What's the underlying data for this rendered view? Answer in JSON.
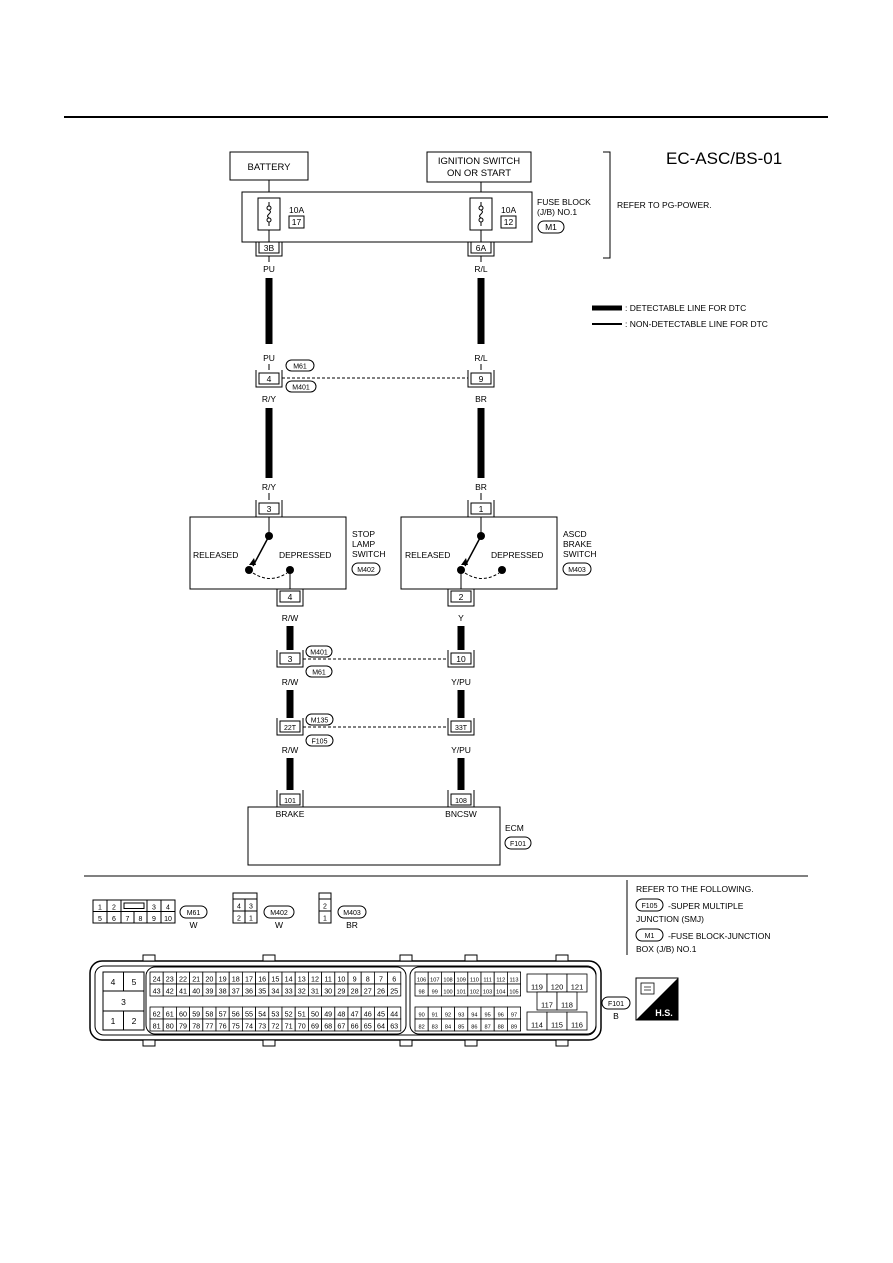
{
  "page_title": "EC-ASC/BS-01",
  "battery_label": "BATTERY",
  "ignition_label_1": "IGNITION SWITCH",
  "ignition_label_2": "ON OR START",
  "fuse_block": {
    "label_1": "FUSE BLOCK",
    "label_2": "(J/B) NO.1",
    "connector": "M1",
    "refer": "REFER TO PG-POWER.",
    "fuse_left_amp": "10A",
    "fuse_left_no": "17",
    "fuse_right_amp": "10A",
    "fuse_right_no": "12",
    "term_left": "3B",
    "term_right": "6A"
  },
  "legend": {
    "detectable": ": DETECTABLE LINE FOR DTC",
    "non_detectable": ": NON-DETECTABLE LINE FOR DTC"
  },
  "wires": {
    "left_top": "PU",
    "left_top2": "PU",
    "right_top": "R/L",
    "right_top2": "R/L",
    "left_mid": "R/Y",
    "left_mid2": "R/Y",
    "right_mid": "BR",
    "right_mid2": "BR",
    "left_low1": "R/W",
    "left_low2": "R/W",
    "left_low3": "R/W",
    "right_low1": "Y",
    "right_low2": "Y/PU",
    "right_low3": "Y/PU"
  },
  "joint1": {
    "left_pin": "4",
    "right_pin": "9",
    "conn_a": "M61",
    "conn_b": "M401"
  },
  "stop_lamp": {
    "name_1": "STOP",
    "name_2": "LAMP",
    "name_3": "SWITCH",
    "connector": "M402",
    "released": "RELEASED",
    "depressed": "DEPRESSED",
    "pin_top": "3",
    "pin_bottom": "4"
  },
  "ascd": {
    "name_1": "ASCD",
    "name_2": "BRAKE",
    "name_3": "SWITCH",
    "connector": "M403",
    "released": "RELEASED",
    "depressed": "DEPRESSED",
    "pin_top": "1",
    "pin_bottom": "2"
  },
  "joint2": {
    "left_pin": "3",
    "right_pin": "10",
    "conn_a": "M401",
    "conn_b": "M61"
  },
  "joint3": {
    "left_pin": "22T",
    "right_pin": "33T",
    "conn_a": "M135",
    "conn_b": "F105"
  },
  "ecm": {
    "name": "ECM",
    "connector": "F101",
    "pin_left": "101",
    "pin_right": "108",
    "label_left": "BRAKE",
    "label_right": "BNCSW"
  },
  "refer_box": {
    "header": "REFER TO THE FOLLOWING.",
    "f105_conn": "F105",
    "f105_text_1": "-SUPER MULTIPLE",
    "f105_text_2": "JUNCTION (SMJ)",
    "m1_conn": "M1",
    "m1_text_1": "-FUSE BLOCK-JUNCTION",
    "m1_text_2": "BOX (J/B) NO.1"
  },
  "connectors": {
    "m61_id": "M61",
    "m61_color": "W",
    "m402_id": "M402",
    "m402_color": "W",
    "m403_id": "M403",
    "m403_color": "BR",
    "f101_id": "F101",
    "f101_color": "B",
    "hs_badge": "H.S.",
    "m61_top": [
      "1",
      "2",
      "3",
      "4"
    ],
    "m61_bottom": [
      "5",
      "6",
      "7",
      "8",
      "9",
      "10"
    ],
    "m402_pins": [
      "4",
      "3",
      "2",
      "1"
    ],
    "m403_pins": [
      "2",
      "1"
    ],
    "f101_left_grid": [
      "4",
      "5",
      "3",
      "1",
      "2"
    ],
    "f101_a_row1": [
      "24",
      "23",
      "22",
      "21",
      "20",
      "19",
      "18",
      "17",
      "16",
      "15",
      "14",
      "13",
      "12",
      "11",
      "10",
      "9",
      "8",
      "7",
      "6"
    ],
    "f101_a_row2": [
      "43",
      "42",
      "41",
      "40",
      "39",
      "38",
      "37",
      "36",
      "35",
      "34",
      "33",
      "32",
      "31",
      "30",
      "29",
      "28",
      "27",
      "26",
      "25"
    ],
    "f101_a_row3": [
      "62",
      "61",
      "60",
      "59",
      "58",
      "57",
      "56",
      "55",
      "54",
      "53",
      "52",
      "51",
      "50",
      "49",
      "48",
      "47",
      "46",
      "45",
      "44"
    ],
    "f101_a_row4": [
      "81",
      "80",
      "79",
      "78",
      "77",
      "76",
      "75",
      "74",
      "73",
      "72",
      "71",
      "70",
      "69",
      "68",
      "67",
      "66",
      "65",
      "64",
      "63"
    ],
    "f101_b_row1": [
      "106",
      "107",
      "108",
      "109",
      "110",
      "111",
      "112",
      "113"
    ],
    "f101_b_row2": [
      "98",
      "99",
      "100",
      "101",
      "102",
      "103",
      "104",
      "105"
    ],
    "f101_b_row3": [
      "90",
      "91",
      "92",
      "93",
      "94",
      "95",
      "96",
      "97"
    ],
    "f101_b_row4": [
      "82",
      "83",
      "84",
      "85",
      "86",
      "87",
      "88",
      "89"
    ],
    "f101_c_top": [
      "119",
      "120",
      "121"
    ],
    "f101_c_mid": [
      "117",
      "118"
    ],
    "f101_c_bot": [
      "114",
      "115",
      "116"
    ]
  }
}
